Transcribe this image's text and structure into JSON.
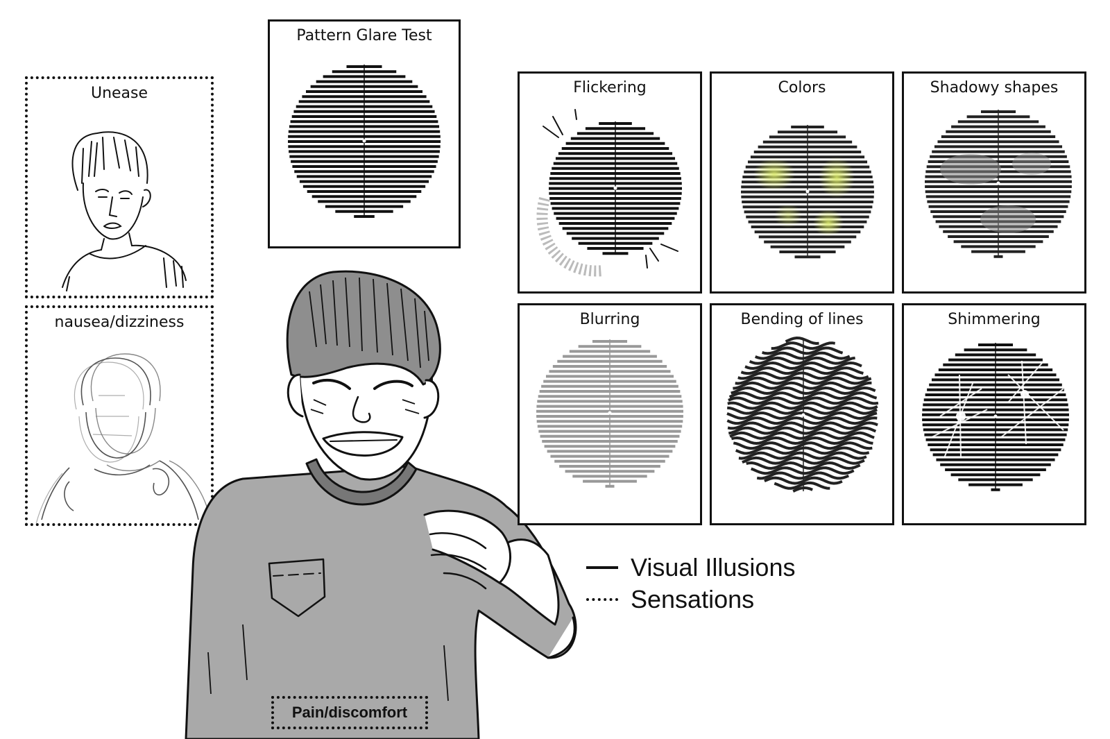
{
  "title": "Pattern Glare Test",
  "legend": {
    "visual_illusions": "Visual Illusions",
    "sensations": "Sensations"
  },
  "sensations": {
    "unease": "Unease",
    "nausea": "nausea/dizziness",
    "pain": "Pain/discomfort"
  },
  "illusions": [
    "Flickering",
    "Colors",
    "Shadowy shapes",
    "Blurring",
    "Bending of lines",
    "Shimmering"
  ],
  "colors": {
    "stripe": "#111111",
    "shirt": "#a9a9a9",
    "hair": "#8e8e8e",
    "color_patch": "#d9e86a"
  }
}
